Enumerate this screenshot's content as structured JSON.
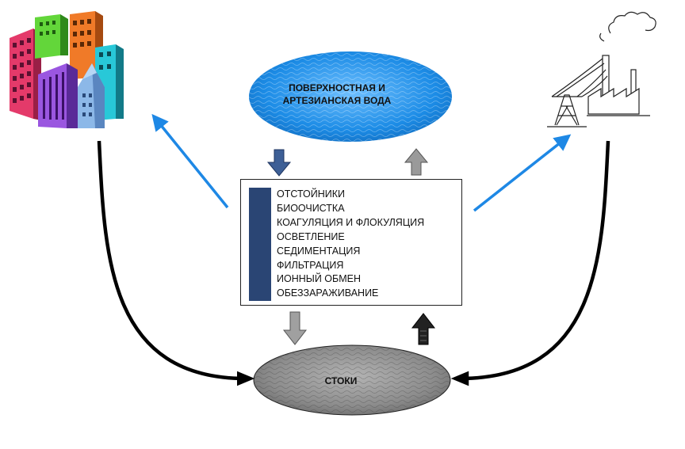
{
  "water_source": {
    "label_line1": "ПОВЕРХНОСТНАЯ И",
    "label_line2": "АРТЕЗИАНСКАЯ ВОДА",
    "fill_color": "#1c8ce6",
    "icon": "water-body-icon"
  },
  "sewage": {
    "label": "СТОКИ",
    "fill_color": "#8c8c8c",
    "icon": "sewage-pool-icon"
  },
  "treatment_steps": [
    "ОТСТОЙНИКИ",
    "БИООЧИСТКА",
    "КОАГУЛЯЦИЯ И ФЛОКУЛЯЦИЯ",
    "ОСВЕТЛЕНИЕ",
    "СЕДИМЕНТАЦИЯ",
    "ФИЛЬТРАЦИЯ",
    "ИОННЫЙ ОБМЕН",
    "ОБЕЗЗАРАЖИВАНИЕ"
  ],
  "icons": {
    "left": "city-buildings-icon",
    "right": "power-plant-factory-icon"
  },
  "colors": {
    "blue_arrow": "#1e88e5",
    "step_bar": "#2a4574",
    "flow_line": "#000000"
  }
}
